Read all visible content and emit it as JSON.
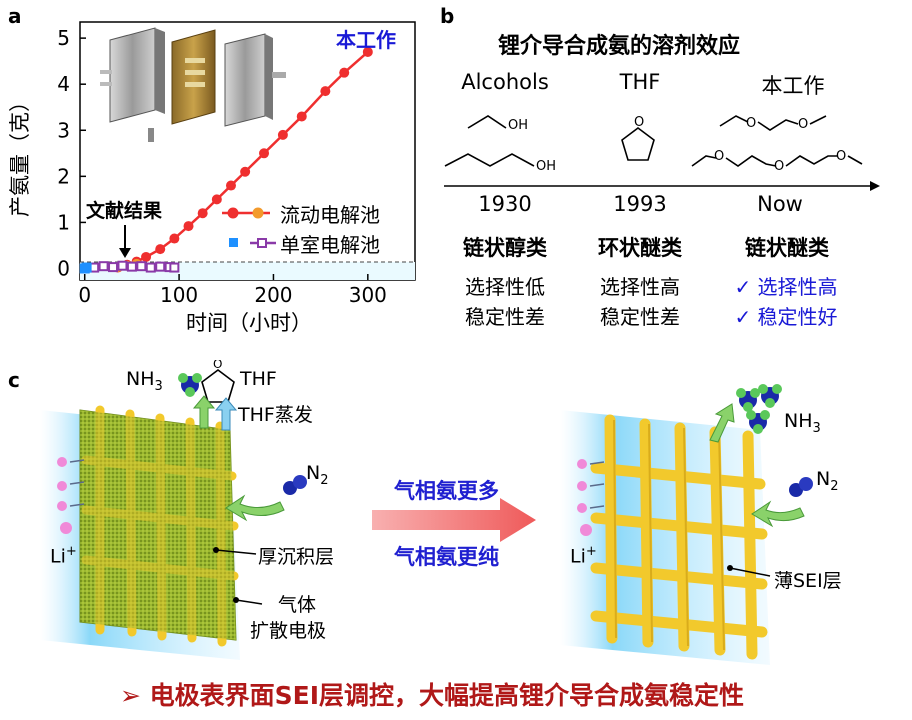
{
  "panel_a": {
    "label": "a",
    "tag": "本工作",
    "ylabel": "产氨量（克）",
    "xlabel": "时间（小时）",
    "annotation": "文献结果",
    "chart_data": {
      "type": "line",
      "x_ticks": [
        "0",
        "100",
        "200",
        "300"
      ],
      "y_ticks": [
        "0",
        "1",
        "2",
        "3",
        "4",
        "5"
      ],
      "xlim": [
        -5,
        350
      ],
      "ylim": [
        -0.25,
        5.35
      ],
      "reference_line_y": 0.2,
      "series": [
        {
          "name": "流动电解池",
          "color": "#ef2f2f",
          "x": [
            35,
            45,
            55,
            65,
            80,
            95,
            110,
            125,
            140,
            155,
            170,
            190,
            210,
            230,
            255,
            275,
            300
          ],
          "y": [
            0.02,
            0.08,
            0.15,
            0.25,
            0.42,
            0.65,
            0.92,
            1.2,
            1.5,
            1.8,
            2.1,
            2.5,
            2.9,
            3.3,
            3.85,
            4.25,
            4.7
          ]
        },
        {
          "name": "",
          "color": "#f39a2c",
          "x": [
            35,
            45,
            55
          ],
          "y": [
            0.03,
            0.06,
            0.1
          ]
        },
        {
          "name": "单室电解池",
          "color": "#8a3aa8",
          "x": [
            10,
            20,
            30,
            40,
            50,
            60,
            70,
            80,
            90,
            95
          ],
          "y": [
            0.02,
            0.05,
            0.03,
            0.06,
            0.04,
            0.05,
            0.02,
            0.04,
            0.03,
            0.02
          ]
        },
        {
          "name": "",
          "color": "#1e90ff",
          "x": [
            0,
            2
          ],
          "y": [
            0.0,
            0.02
          ]
        }
      ]
    }
  },
  "panel_b": {
    "label": "b",
    "title": "锂介导合成氨的溶剂效应",
    "cols": [
      {
        "name": "Alcohols",
        "year": "1930",
        "kind": "链状醇类",
        "p1": "选择性低",
        "p2": "稳定性差"
      },
      {
        "name": "THF",
        "year": "1993",
        "kind": "环状醚类",
        "p1": "选择性高",
        "p2": "稳定性差"
      },
      {
        "name": "本工作",
        "year": "Now",
        "kind": "链状醚类",
        "p1": "✓ 选择性高",
        "p2": "✓ 稳定性好"
      }
    ],
    "oh1": "OH",
    "oh2": "OH"
  },
  "panel_c": {
    "label": "c",
    "nh3": "NH",
    "nh3_sub": "3",
    "thf": "THF",
    "thf_evap": "THF蒸发",
    "n2": "N",
    "n2_sub": "2",
    "li": "Li",
    "li_sup": "+",
    "thick_layer": "厚沉积层",
    "gde_line1": "气体",
    "gde_line2": "扩散电极",
    "mid_top": "气相氨更多",
    "mid_bottom": "气相氨更纯",
    "thin_layer": "薄SEI层",
    "right_nh3": "NH",
    "right_nh3_sub": "3",
    "right_n2": "N",
    "right_n2_sub": "2",
    "right_li": "Li",
    "right_li_sup": "+"
  },
  "footer": {
    "marker": "➢",
    "text": "电极表界面SEI层调控，大幅提高锂介导合成氨稳定性"
  }
}
